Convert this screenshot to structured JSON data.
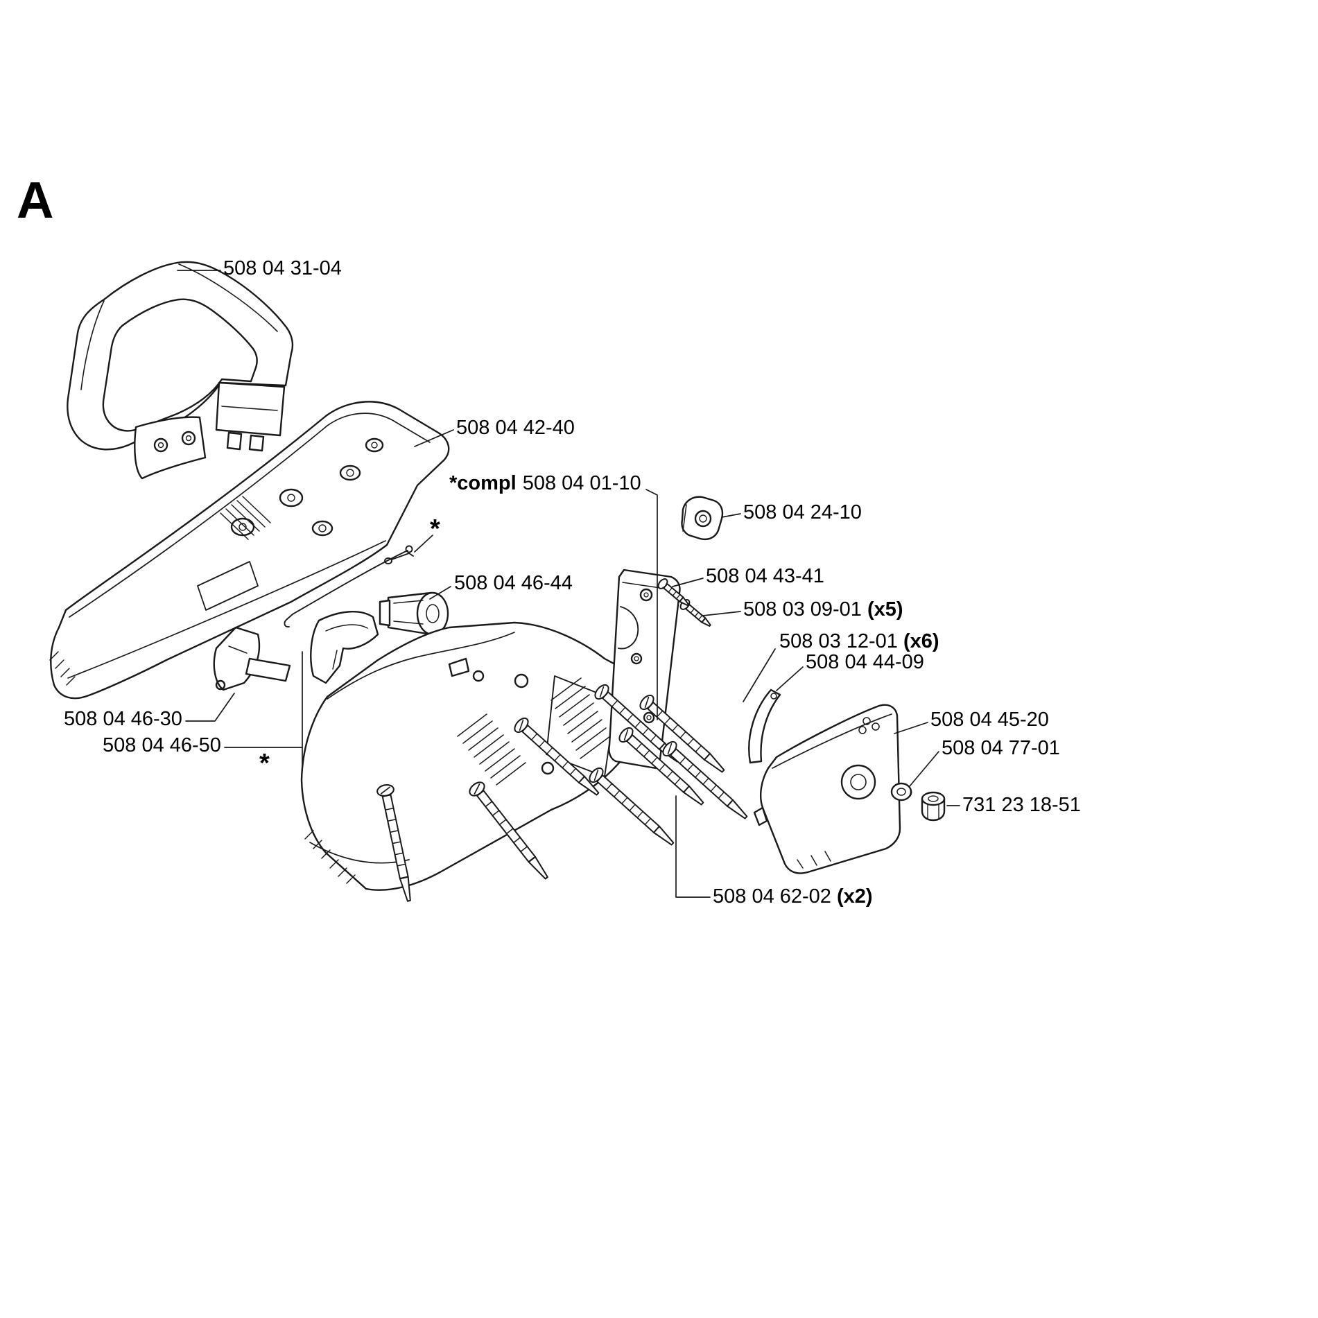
{
  "page": {
    "section_letter": "A",
    "background_color": "#ffffff",
    "ink_color": "#1a1a1a",
    "type": "exploded-parts-diagram"
  },
  "parts": {
    "front_handle": "508 04 31-04",
    "top_cover": "508 04 42-40",
    "compl_prefix": "*compl",
    "compl_number": "508 04 01-10",
    "cap": "508 04 24-10",
    "side_plate": "508 04 43-41",
    "screw_small": "508 03 09-01",
    "screw_small_qty": "(x5)",
    "screw_long": "508 03 12-01",
    "screw_long_qty": "(x6)",
    "lever": "508 04 44-09",
    "clutch_cover": "508 04 45-20",
    "washer": "508 04 77-01",
    "nut": "731 23 18-51",
    "trigger": "508 04 46-44",
    "trigger_lock": "508 04 46-30",
    "trigger_spring": "508 04 46-50",
    "screw_bottom": "508 04 62-02",
    "screw_bottom_qty": "(x2)",
    "asterisk": "*"
  }
}
